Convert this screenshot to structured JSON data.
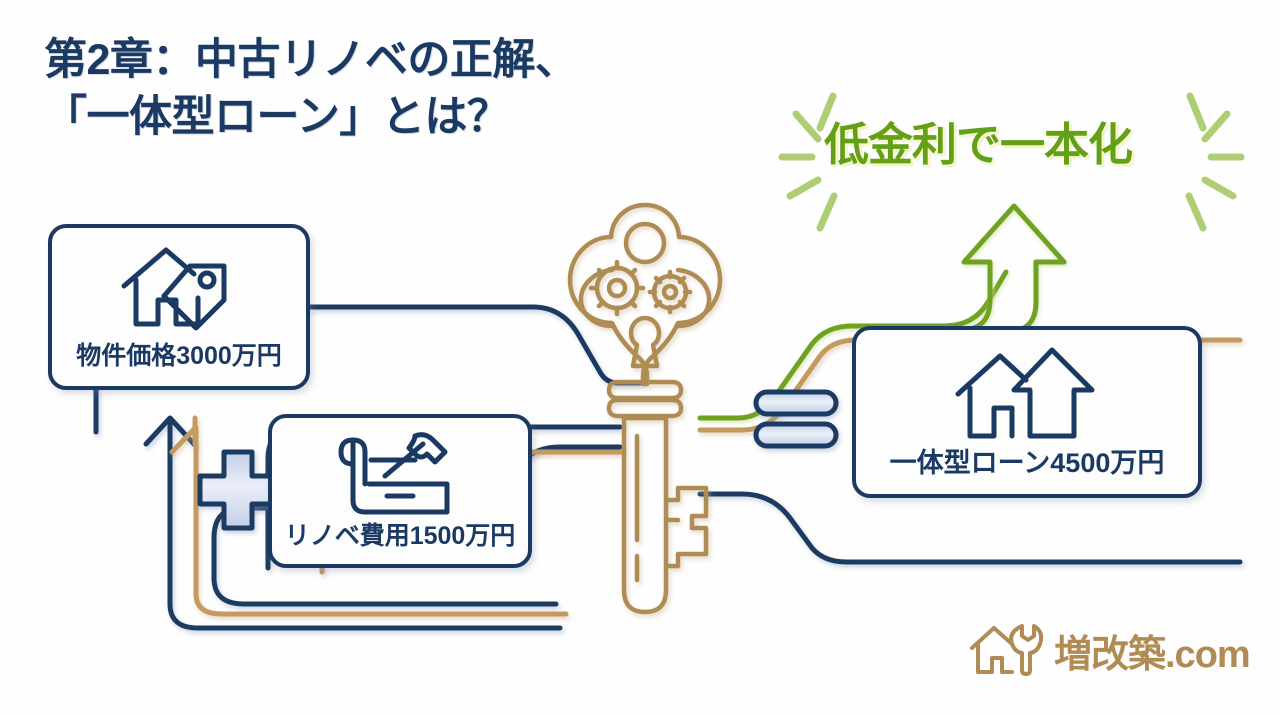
{
  "title": {
    "line1": "第2章：中古リノベの正解、",
    "line2": "「一体型ローン」とは？",
    "full": "第2章：中古リノベの正解、\n「一体型ローン」とは？",
    "color": "#1b3a63"
  },
  "headline": {
    "text": "低金利で一本化",
    "color": "#63a018",
    "sparkle_color": "#a8c96a",
    "sparkle_count": 10
  },
  "boxes": [
    {
      "id": "property",
      "label": "物件価格3000万円",
      "icon": "house-price-tag-icon",
      "border_color": "#1b3a63"
    },
    {
      "id": "renovation",
      "label": "リノベ費用1500万円",
      "icon": "blueprint-hammer-icon",
      "border_color": "#1b3a63"
    },
    {
      "id": "loan",
      "label": "一体型ローン4500万円",
      "icon": "two-houses-icon",
      "border_color": "#1b3a63"
    }
  ],
  "operators": {
    "plus": "+",
    "equals": "=",
    "plus_name": "plus-sign",
    "equals_name": "equals-sign",
    "outline_color": "#1b3a63",
    "fill_color": "#d4ddf0"
  },
  "key": {
    "name": "ornate-key-icon",
    "color": "#b08c54",
    "features": [
      "gear",
      "gear",
      "keyhole",
      "ring",
      "shaft",
      "bit"
    ]
  },
  "arrows": [
    {
      "name": "up-arrow-left",
      "color": "#1b3a63",
      "direction": "up"
    },
    {
      "name": "up-arrow-left-inner",
      "color": "#c49a5e",
      "direction": "up"
    },
    {
      "name": "up-arrow-right-green",
      "color": "#6fa223",
      "direction": "up"
    }
  ],
  "connectors": {
    "navy": "#1b3a63",
    "tan": "#c49a5e",
    "green": "#6fa223"
  },
  "logo": {
    "text": "増改築.com",
    "icon": "house-wrench-icon",
    "color": "#b08c54"
  },
  "palette": {
    "navy": "#1b3a63",
    "tan": "#c49a5e",
    "tan_dark": "#b08c54",
    "green": "#6fa223",
    "green_light": "#a8c96a",
    "fill_blue": "#d4ddf0",
    "background": "#fefefe"
  }
}
